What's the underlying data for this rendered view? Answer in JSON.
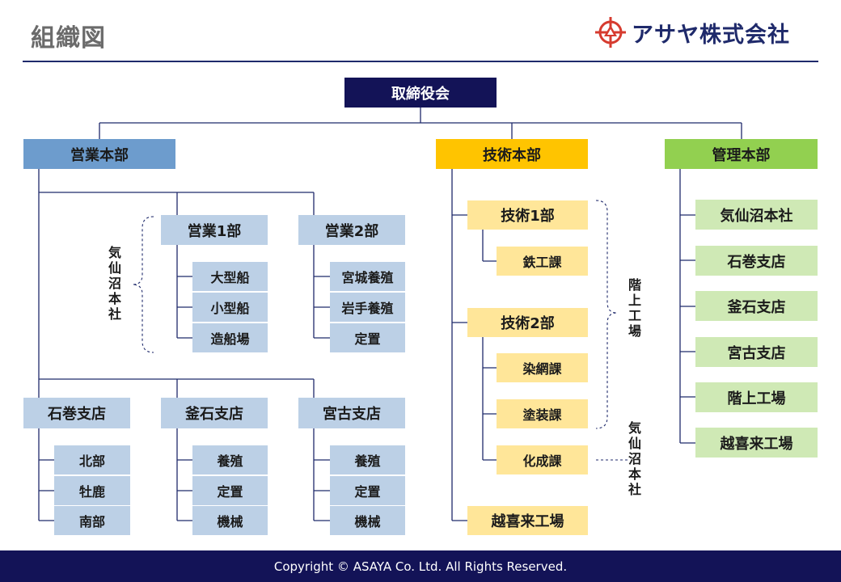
{
  "header": {
    "title": "組織図",
    "company": "アサヤ株式会社"
  },
  "board": "取締役会",
  "sales": {
    "head": "営業本部",
    "div1": {
      "name": "営業1部",
      "items": [
        "大型船",
        "小型船",
        "造船場"
      ]
    },
    "div2": {
      "name": "営業2部",
      "items": [
        "宮城養殖",
        "岩手養殖",
        "定置"
      ]
    },
    "label": "気仙沼本社",
    "branches": [
      {
        "name": "石巻支店",
        "items": [
          "北部",
          "牡鹿",
          "南部"
        ]
      },
      {
        "name": "釜石支店",
        "items": [
          "養殖",
          "定置",
          "機械"
        ]
      },
      {
        "name": "宮古支店",
        "items": [
          "養殖",
          "定置",
          "機械"
        ]
      }
    ]
  },
  "tech": {
    "head": "技術本部",
    "div1": {
      "name": "技術1部",
      "items": [
        "鉄工課"
      ]
    },
    "div2": {
      "name": "技術2部",
      "items": [
        "染網課",
        "塗装課",
        "化成課"
      ]
    },
    "extra": "越喜来工場",
    "label_top": "階上工場",
    "label_bottom": "気仙沼本社"
  },
  "mgmt": {
    "head": "管理本部",
    "items": [
      "気仙沼本社",
      "石巻支店",
      "釜石支店",
      "宮古支店",
      "階上工場",
      "越喜来工場"
    ]
  },
  "colors": {
    "navy": "#131357",
    "sales_head": "#6d9ccd",
    "sales_box": "#bcd0e6",
    "tech_head": "#ffc400",
    "tech_box": "#ffe699",
    "mgmt_head": "#92d050",
    "mgmt_box": "#cfe9b5"
  },
  "footer": "Copyright © ASAYA Co. Ltd. All Rights Reserved."
}
